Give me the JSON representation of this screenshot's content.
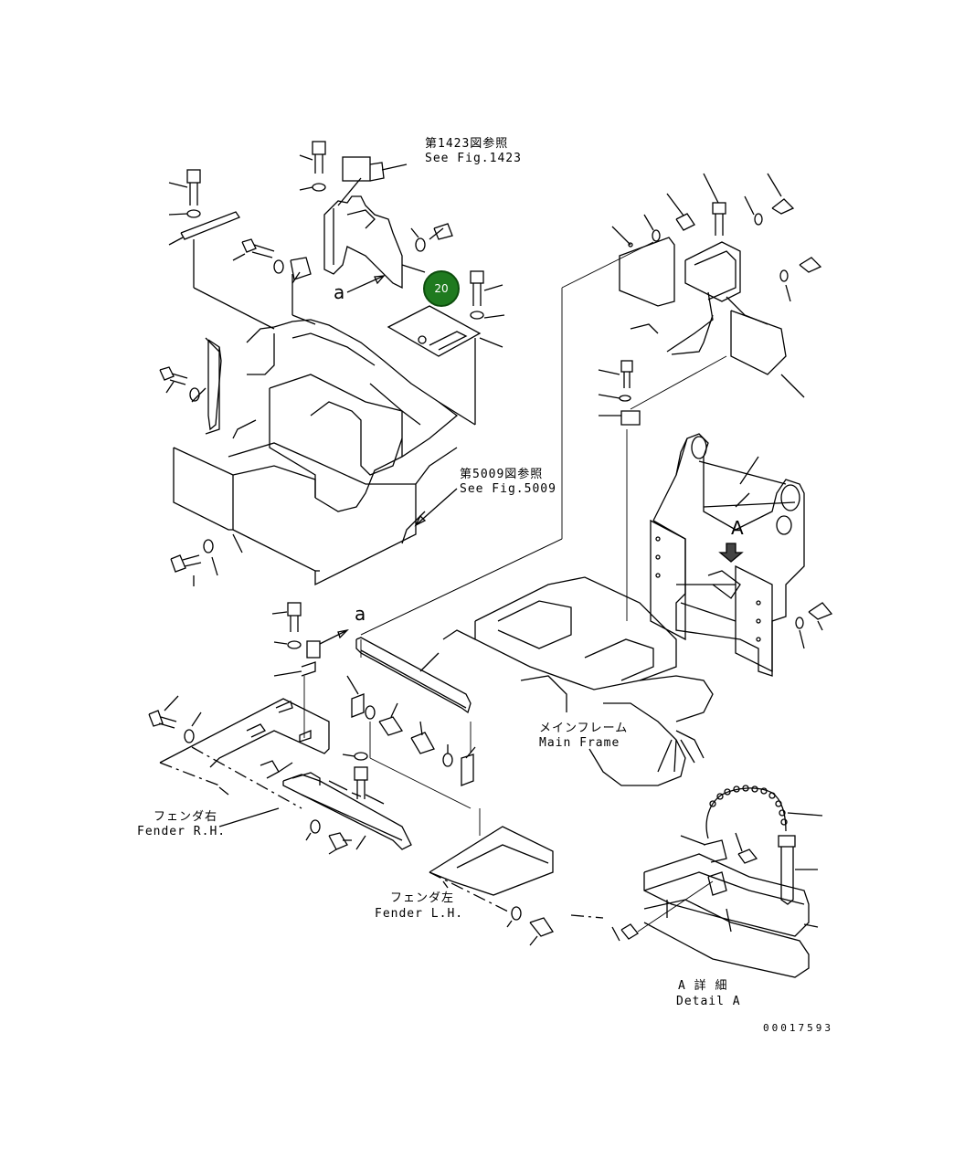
{
  "callout": {
    "number": "20"
  },
  "labels": {
    "ref_1423_jp": "第1423図参照",
    "ref_1423_en": "See Fig.1423",
    "ref_5009_jp": "第5009図参照",
    "ref_5009_en": "See Fig.5009",
    "main_frame_jp": "メインフレーム",
    "main_frame_en": "Main Frame",
    "fender_rh_jp": "フェンダ右",
    "fender_rh_en": "Fender R.H.",
    "fender_lh_jp": "フェンダ左",
    "fender_lh_en": "Fender L.H.",
    "detail_a_jp": "A 詳 細",
    "detail_a_en": "Detail A",
    "view_a": "A",
    "mark_a_top": "a",
    "mark_a_mid": "a",
    "drawing_number": "00017593"
  }
}
